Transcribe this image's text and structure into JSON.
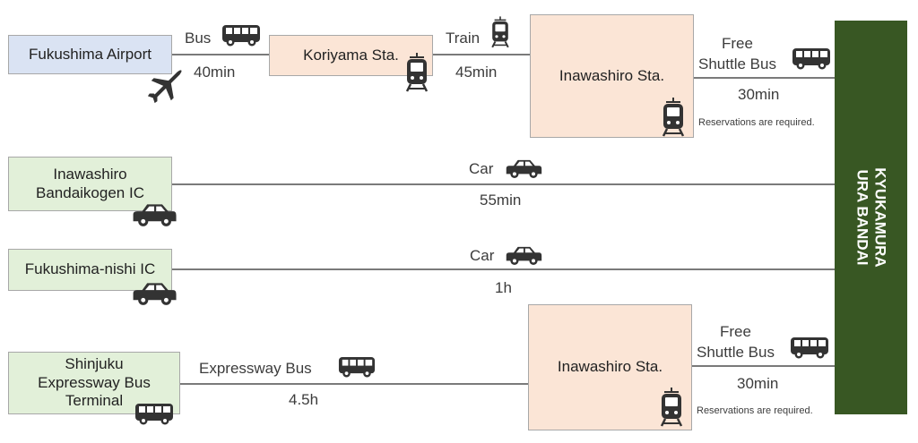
{
  "colors": {
    "origin_fill": "#dae3f3",
    "ic_fill": "#e2f0d9",
    "station_fill": "#fbe5d6",
    "destination_fill": "#385723",
    "line": "#7a7a7a",
    "icon": "#333333"
  },
  "destination": {
    "label": "KYUKAMURA\nURA BANDAI"
  },
  "routes": {
    "airport": {
      "origin": "Fukushima Airport",
      "leg1_mode": "Bus",
      "leg1_time": "40min",
      "station1": "Koriyama Sta.",
      "leg2_mode": "Train",
      "leg2_time": "45min",
      "station2": "Inawashiro Sta.",
      "leg3_mode": "Free\nShuttle Bus",
      "leg3_time": "30min",
      "leg3_note": "Reservations are required."
    },
    "bandaikogen": {
      "origin": "Inawashiro\nBandaikogen IC",
      "mode": "Car",
      "time": "55min"
    },
    "nishi": {
      "origin": "Fukushima-nishi IC",
      "mode": "Car",
      "time": "1h"
    },
    "shinjuku": {
      "origin": "Shinjuku\nExpressway Bus\nTerminal",
      "leg1_mode": "Expressway Bus",
      "leg1_time": "4.5h",
      "station": "Inawashiro Sta.",
      "leg2_mode": "Free\nShuttle Bus",
      "leg2_time": "30min",
      "leg2_note": "Reservations are required."
    }
  },
  "icons": [
    "bus-icon",
    "train-icon",
    "car-icon",
    "airplane-icon"
  ]
}
